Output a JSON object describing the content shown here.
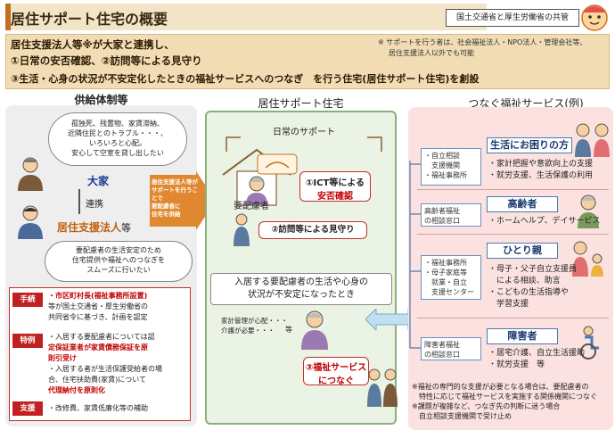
{
  "header": {
    "title": "居住サポート住宅の概要",
    "co_host": "国土交通省と厚生労働省の共管"
  },
  "summary": {
    "line1": "居住支援法人等※が大家と連携し、",
    "line2": "①日常の安否確認、②訪問等による見守り",
    "line3": "③生活・心身の状況が不安定化したときの福祉サービスへのつなぎ　を行う住宅(居住サポート住宅)を創設",
    "note_line1": "※ サポートを行う者は、社会福祉法人・NPO法人・管理会社等、",
    "note_line2": "居住支援法人以外でも可能"
  },
  "left": {
    "heading": "供給体制等",
    "cloud_top": [
      "孤独死、残置物、家賃滞納、",
      "近隣住民とのトラブル・・・、",
      "いろいろと心配。",
      "安心して空室を貸し出したい"
    ],
    "landlord": "大家",
    "link": "連携",
    "support_org": "居住支援法人",
    "support_org_suffix": "等",
    "cloud_bottom": [
      "要配慮者の生活安定のため",
      "住宅提供や福祉へのつなぎを",
      "スムーズに行いたい"
    ],
    "procedure_tag": "手続",
    "procedure_lines": [
      "・市区町村長(福祉事務所設置)",
      "等が国土交通省・厚生労働省の",
      "共同省令に基づき、計画を認定"
    ],
    "special_tag": "特例",
    "special_lines": [
      "・入居する要配慮者については認",
      "定保証業者が家賃債務保証を原",
      "則引受け",
      "・入居する者が生活保護受給者の場",
      "合、住宅扶助費(家賃)について",
      "代理納付を原則化"
    ],
    "support_tag": "支援",
    "support_lines": [
      "・改修費、家賃低廉化等の補助"
    ]
  },
  "arrow_text": [
    "居住支援法人等が",
    "サポートを行うことで",
    "要配慮者に",
    "住宅を供給"
  ],
  "center": {
    "heading": "居住サポート住宅",
    "daily": "日常のサポート",
    "person": "要配慮者",
    "ict_line1": "①ICT等による",
    "ict_line2": "安否確認",
    "visit": "②訪問等による見守り",
    "unstable_line1": "入居する要配慮者の生活や心身の",
    "unstable_line2": "状況が不安定になったとき",
    "worry_line1": "家計管理が心配・・・",
    "worry_line2": "介護が必要・・・",
    "worry_etc": "等",
    "welfare_line1": "③福祉サービス",
    "welfare_line2": "につなぐ"
  },
  "right": {
    "heading": "つなぐ福祉サービス(例)",
    "groups": [
      {
        "orgs": [
          "・自立相談",
          "　支援機関",
          "・福祉事務所"
        ],
        "service": "生活にお困りの方",
        "items": [
          "・家計把握や意欲向上の支援",
          "・就労支援、生活保護の利用"
        ]
      },
      {
        "orgs": [
          "高齢者福祉",
          "の相談窓口"
        ],
        "service": "高齢者",
        "items": [
          "・ホームヘルプ、デイサービス"
        ]
      },
      {
        "orgs": [
          "・福祉事務所",
          "・母子家庭等",
          "　就業・自立",
          "　支援センター"
        ],
        "service": "ひとり親",
        "items": [
          "・母子・父子自立支援員",
          "　による相談、助言",
          "・こどもの生活指導や",
          "　学習支援"
        ]
      },
      {
        "orgs": [
          "障害者福祉",
          "の相談窓口"
        ],
        "service": "障害者",
        "items": [
          "・居宅介護、自立生活援助",
          "・就労支援　等"
        ]
      }
    ],
    "notes": [
      "※福祉の専門的な支援が必要となる場合は、要配慮者の",
      "　特性に応じて福祉サービスを実施する関係機関につなぐ",
      "※課題が複雑など、つなぎ先の判断に迷う場合",
      "　自立相談支援機関で受け止め"
    ]
  },
  "colors": {
    "accent_red": "#c02020",
    "left_bg": "#eeeeee",
    "center_bg": "#eaf3e4",
    "right_bg": "#fbe2e0",
    "summary_bg": "#f1dcb4",
    "arrow_orange": "#e08830"
  }
}
